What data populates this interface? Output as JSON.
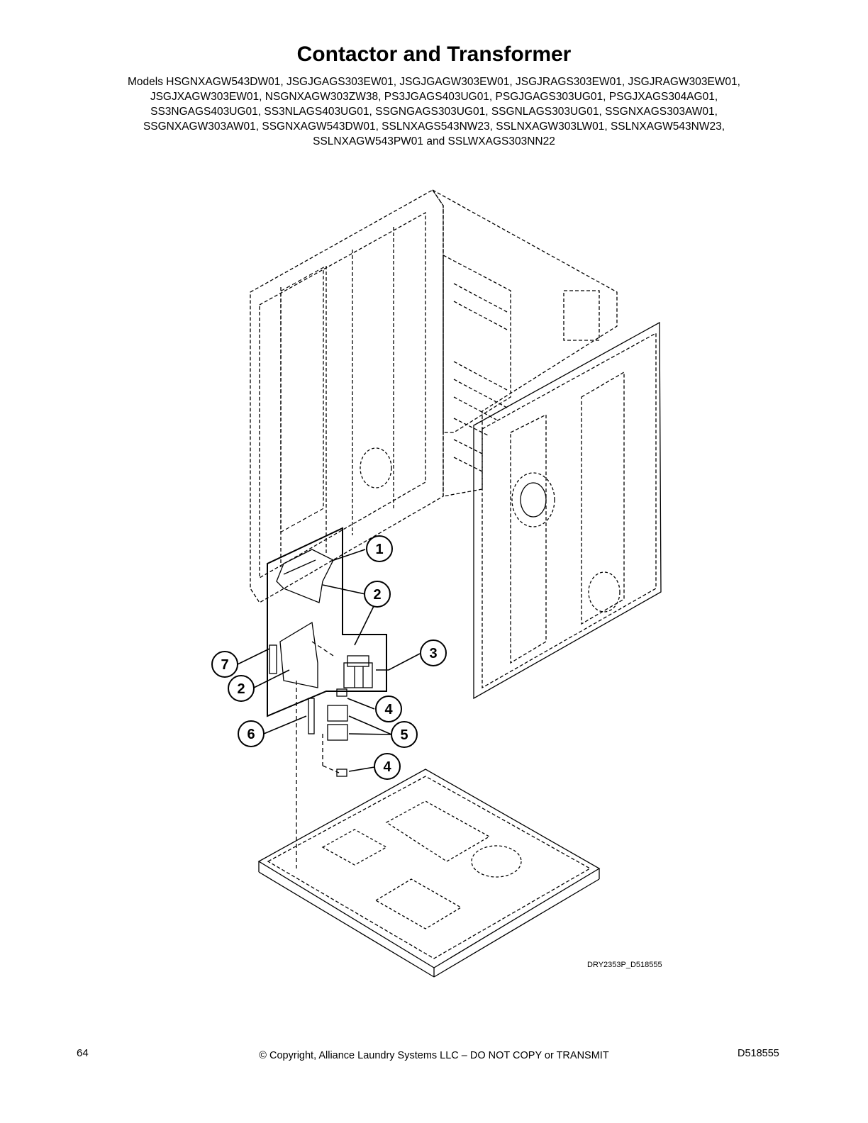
{
  "title": "Contactor and Transformer",
  "models_lines": [
    "Models HSGNXAGW543DW01, JSGJGAGS303EW01, JSGJGAGW303EW01, JSGJRAGS303EW01, JSGJRAGW303EW01,",
    "JSGJXAGW303EW01, NSGNXAGW303ZW38, PS3JGAGS403UG01, PSGJGAGS303UG01, PSGJXAGS304AG01,",
    "SS3NGAGS403UG01, SS3NLAGS403UG01, SSGNGAGS303UG01, SSGNLAGS303UG01, SSGNXAGS303AW01,",
    "SSGNXAGW303AW01, SSGNXAGW543DW01, SSLNXAGS543NW23, SSLNXAGW303LW01, SSLNXAGW543NW23,",
    "SSLNXAGW543PW01 and SSLWXAGS303NN22"
  ],
  "callouts": [
    "1",
    "2",
    "3",
    "7",
    "2",
    "4",
    "6",
    "5",
    "4"
  ],
  "drawing_id": "DRY2353P_D518555",
  "footer": {
    "page_number": "64",
    "copyright": "© Copyright, Alliance Laundry Systems LLC – DO NOT COPY or TRANSMIT",
    "doc_id": "D518555"
  }
}
